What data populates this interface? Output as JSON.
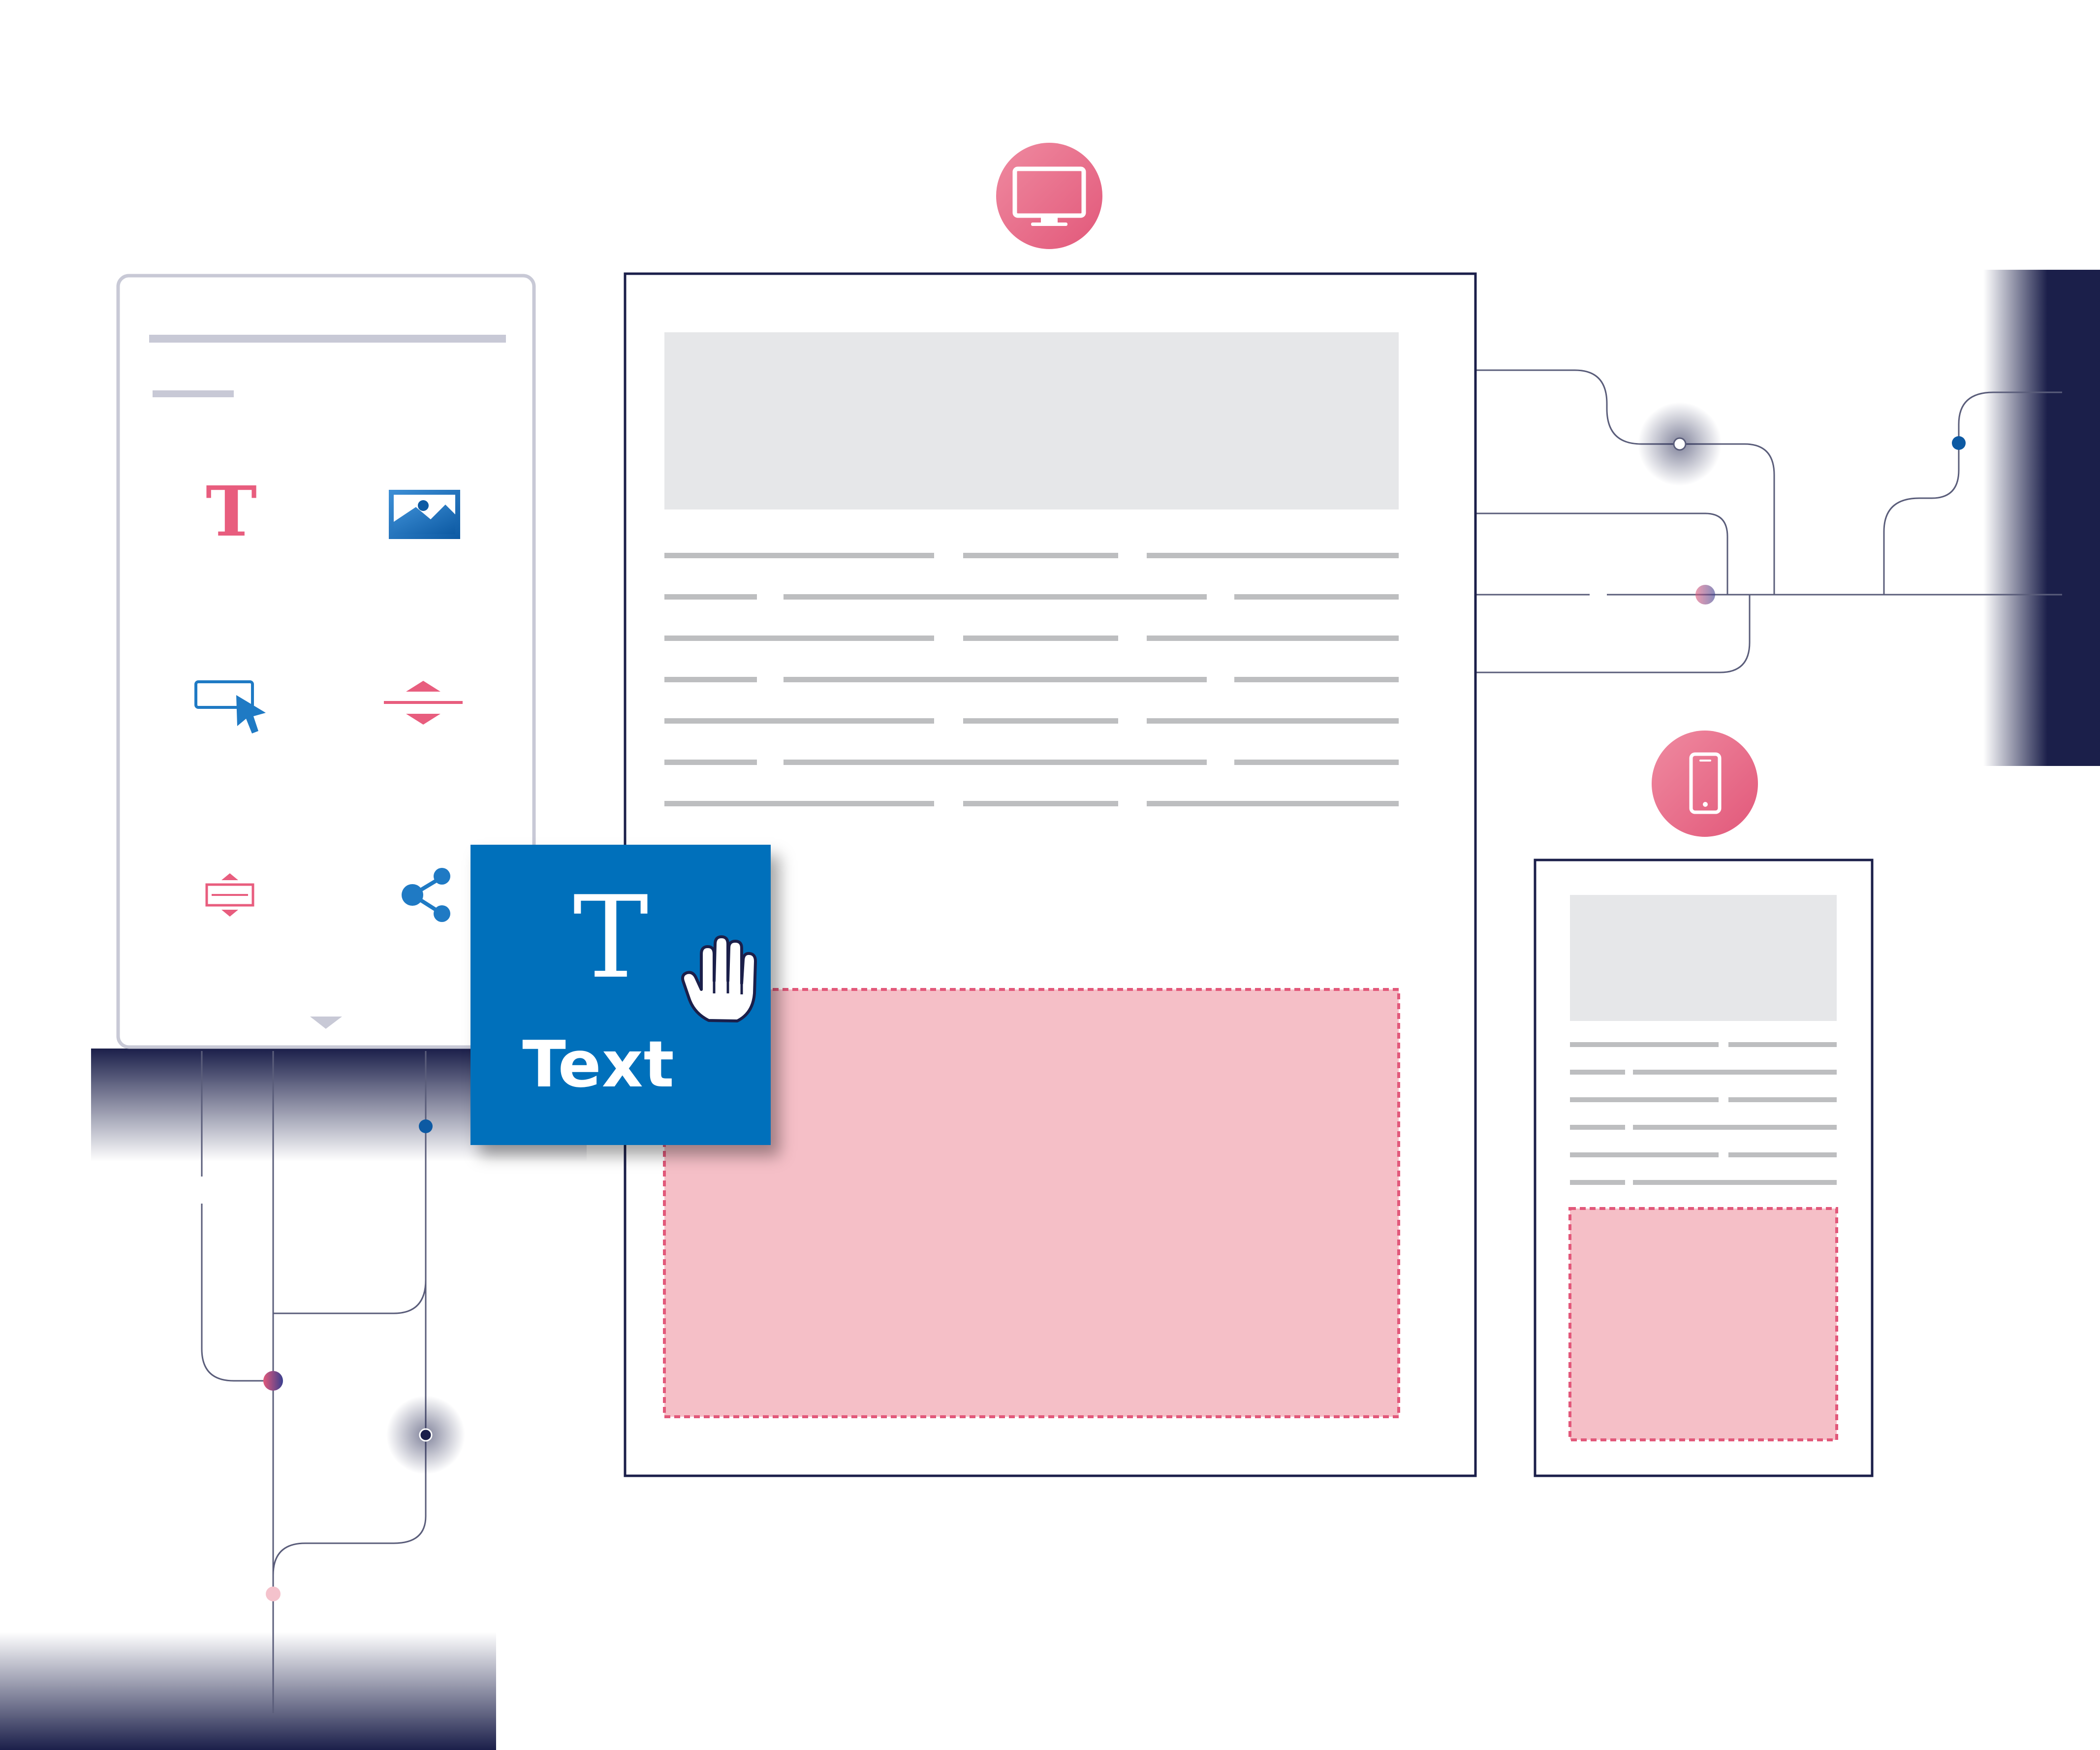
{
  "palette_panel": {
    "widgets": [
      {
        "icon": "text-icon",
        "label": "T"
      },
      {
        "icon": "image-icon"
      },
      {
        "icon": "button-icon"
      },
      {
        "icon": "divider-icon"
      },
      {
        "icon": "spacer-icon"
      },
      {
        "icon": "social-share-icon"
      }
    ],
    "scroll_indicator": "chevron-down-icon"
  },
  "dragged_widget": {
    "icon_glyph": "T",
    "label": "Text",
    "cursor": "grab-hand-icon"
  },
  "desktop_preview": {
    "badge_icon": "desktop-monitor-icon"
  },
  "mobile_preview": {
    "badge_icon": "smartphone-icon"
  },
  "colors": {
    "accent_pink": "#e85d7e",
    "accent_blue": "#0070bb",
    "navy": "#1b1f4a",
    "placeholder_gray": "#e6e7e9",
    "text_line_gray": "#bdbec0",
    "drop_zone_fill": "#f5bfc7",
    "drop_zone_border": "#e2587a"
  }
}
